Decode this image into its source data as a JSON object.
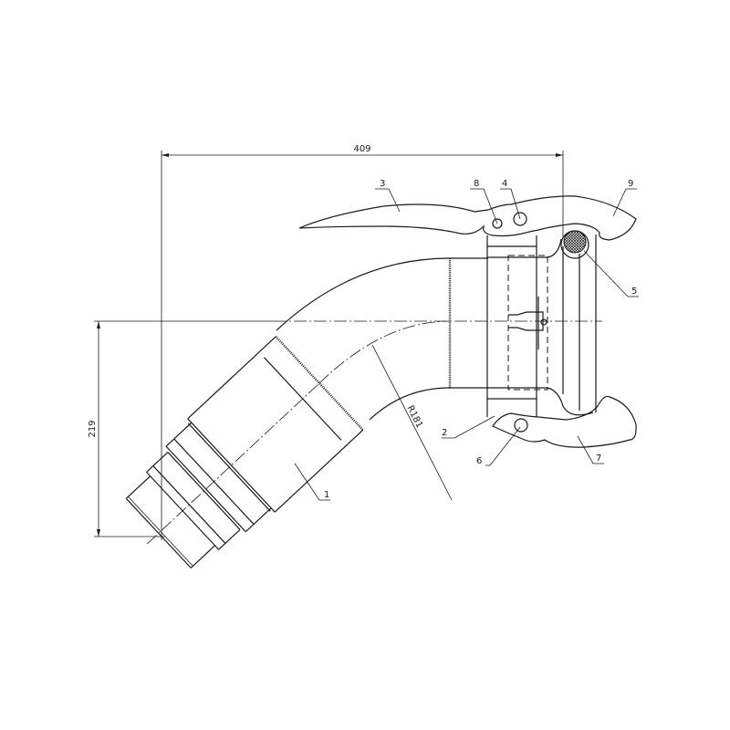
{
  "drawing": {
    "dimensions": {
      "width": "409",
      "height": "219",
      "radius": "R181"
    },
    "parts": {
      "p1": "1",
      "p2": "2",
      "p3": "3",
      "p4": "4",
      "p5": "5",
      "p6": "6",
      "p7": "7",
      "p8": "8",
      "p9": "9"
    },
    "line_color": "#1a1a1a"
  }
}
